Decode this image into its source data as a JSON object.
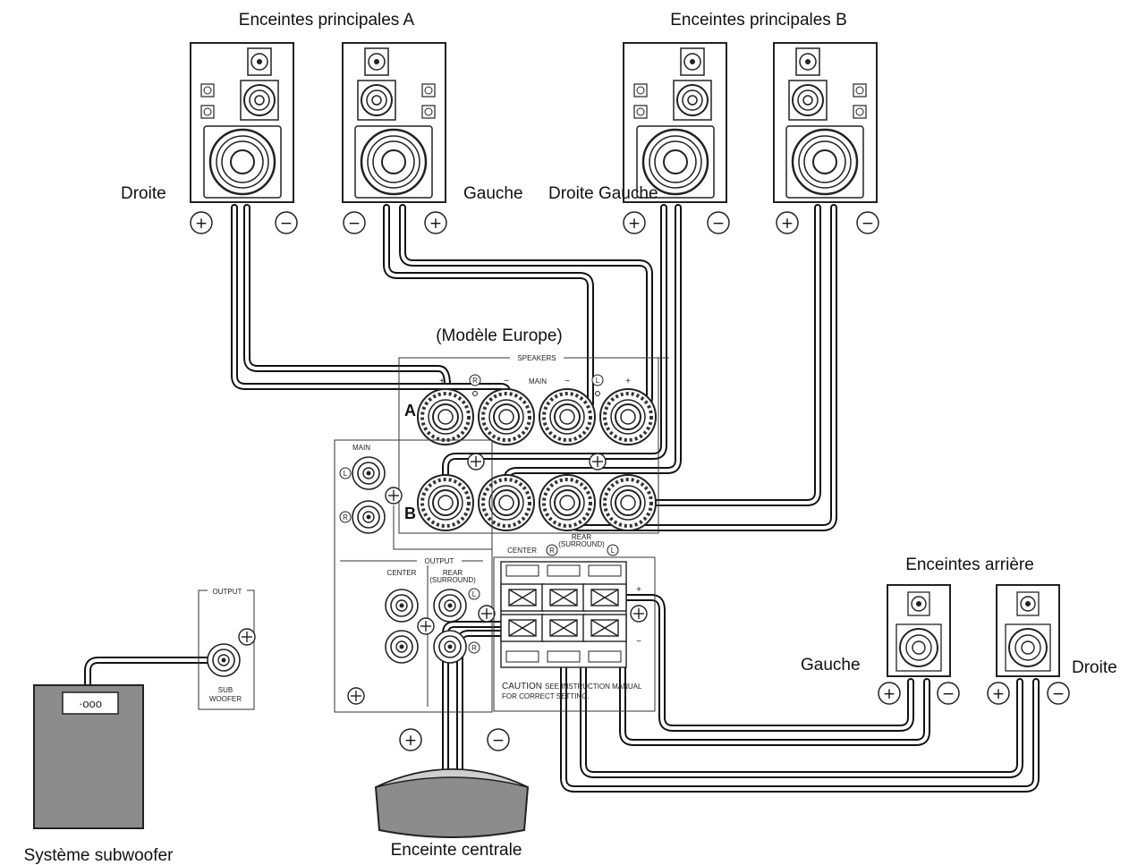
{
  "labels": {
    "main_a": "Enceintes principales A",
    "main_b": "Enceintes principales B",
    "droite_a": "Droite",
    "gauche_a": "Gauche",
    "droite_gauche_b": "Droite Gauche",
    "modele": "(Modèle Europe)",
    "rear": "Enceintes arrière",
    "rear_gauche": "Gauche",
    "rear_droite": "Droite",
    "subwoofer": "Système subwoofer",
    "center": "Enceinte centrale"
  },
  "panel": {
    "speakers": "SPEAKERS",
    "main": "MAIN",
    "plus": "+",
    "minus": "−",
    "r": "R",
    "l": "L",
    "a": "A",
    "b": "B",
    "rear": "REAR",
    "surround": "(SURROUND)",
    "center": "CENTER",
    "output": "OUTPUT",
    "out_center": "CENTER",
    "out_rear": "REAR",
    "out_surround": "(SURROUND)",
    "caution": "CAUTION",
    "caution_rest": "SEE INSTRUCTION MANUAL",
    "caution_line2": "FOR CORRECT SETTING.",
    "sub_output": "OUTPUT",
    "sub_label1": "SUB",
    "sub_label2": "WOOFER",
    "sub_dots": "·ooo"
  },
  "symbols": {
    "plus": "+",
    "minus": "−"
  }
}
